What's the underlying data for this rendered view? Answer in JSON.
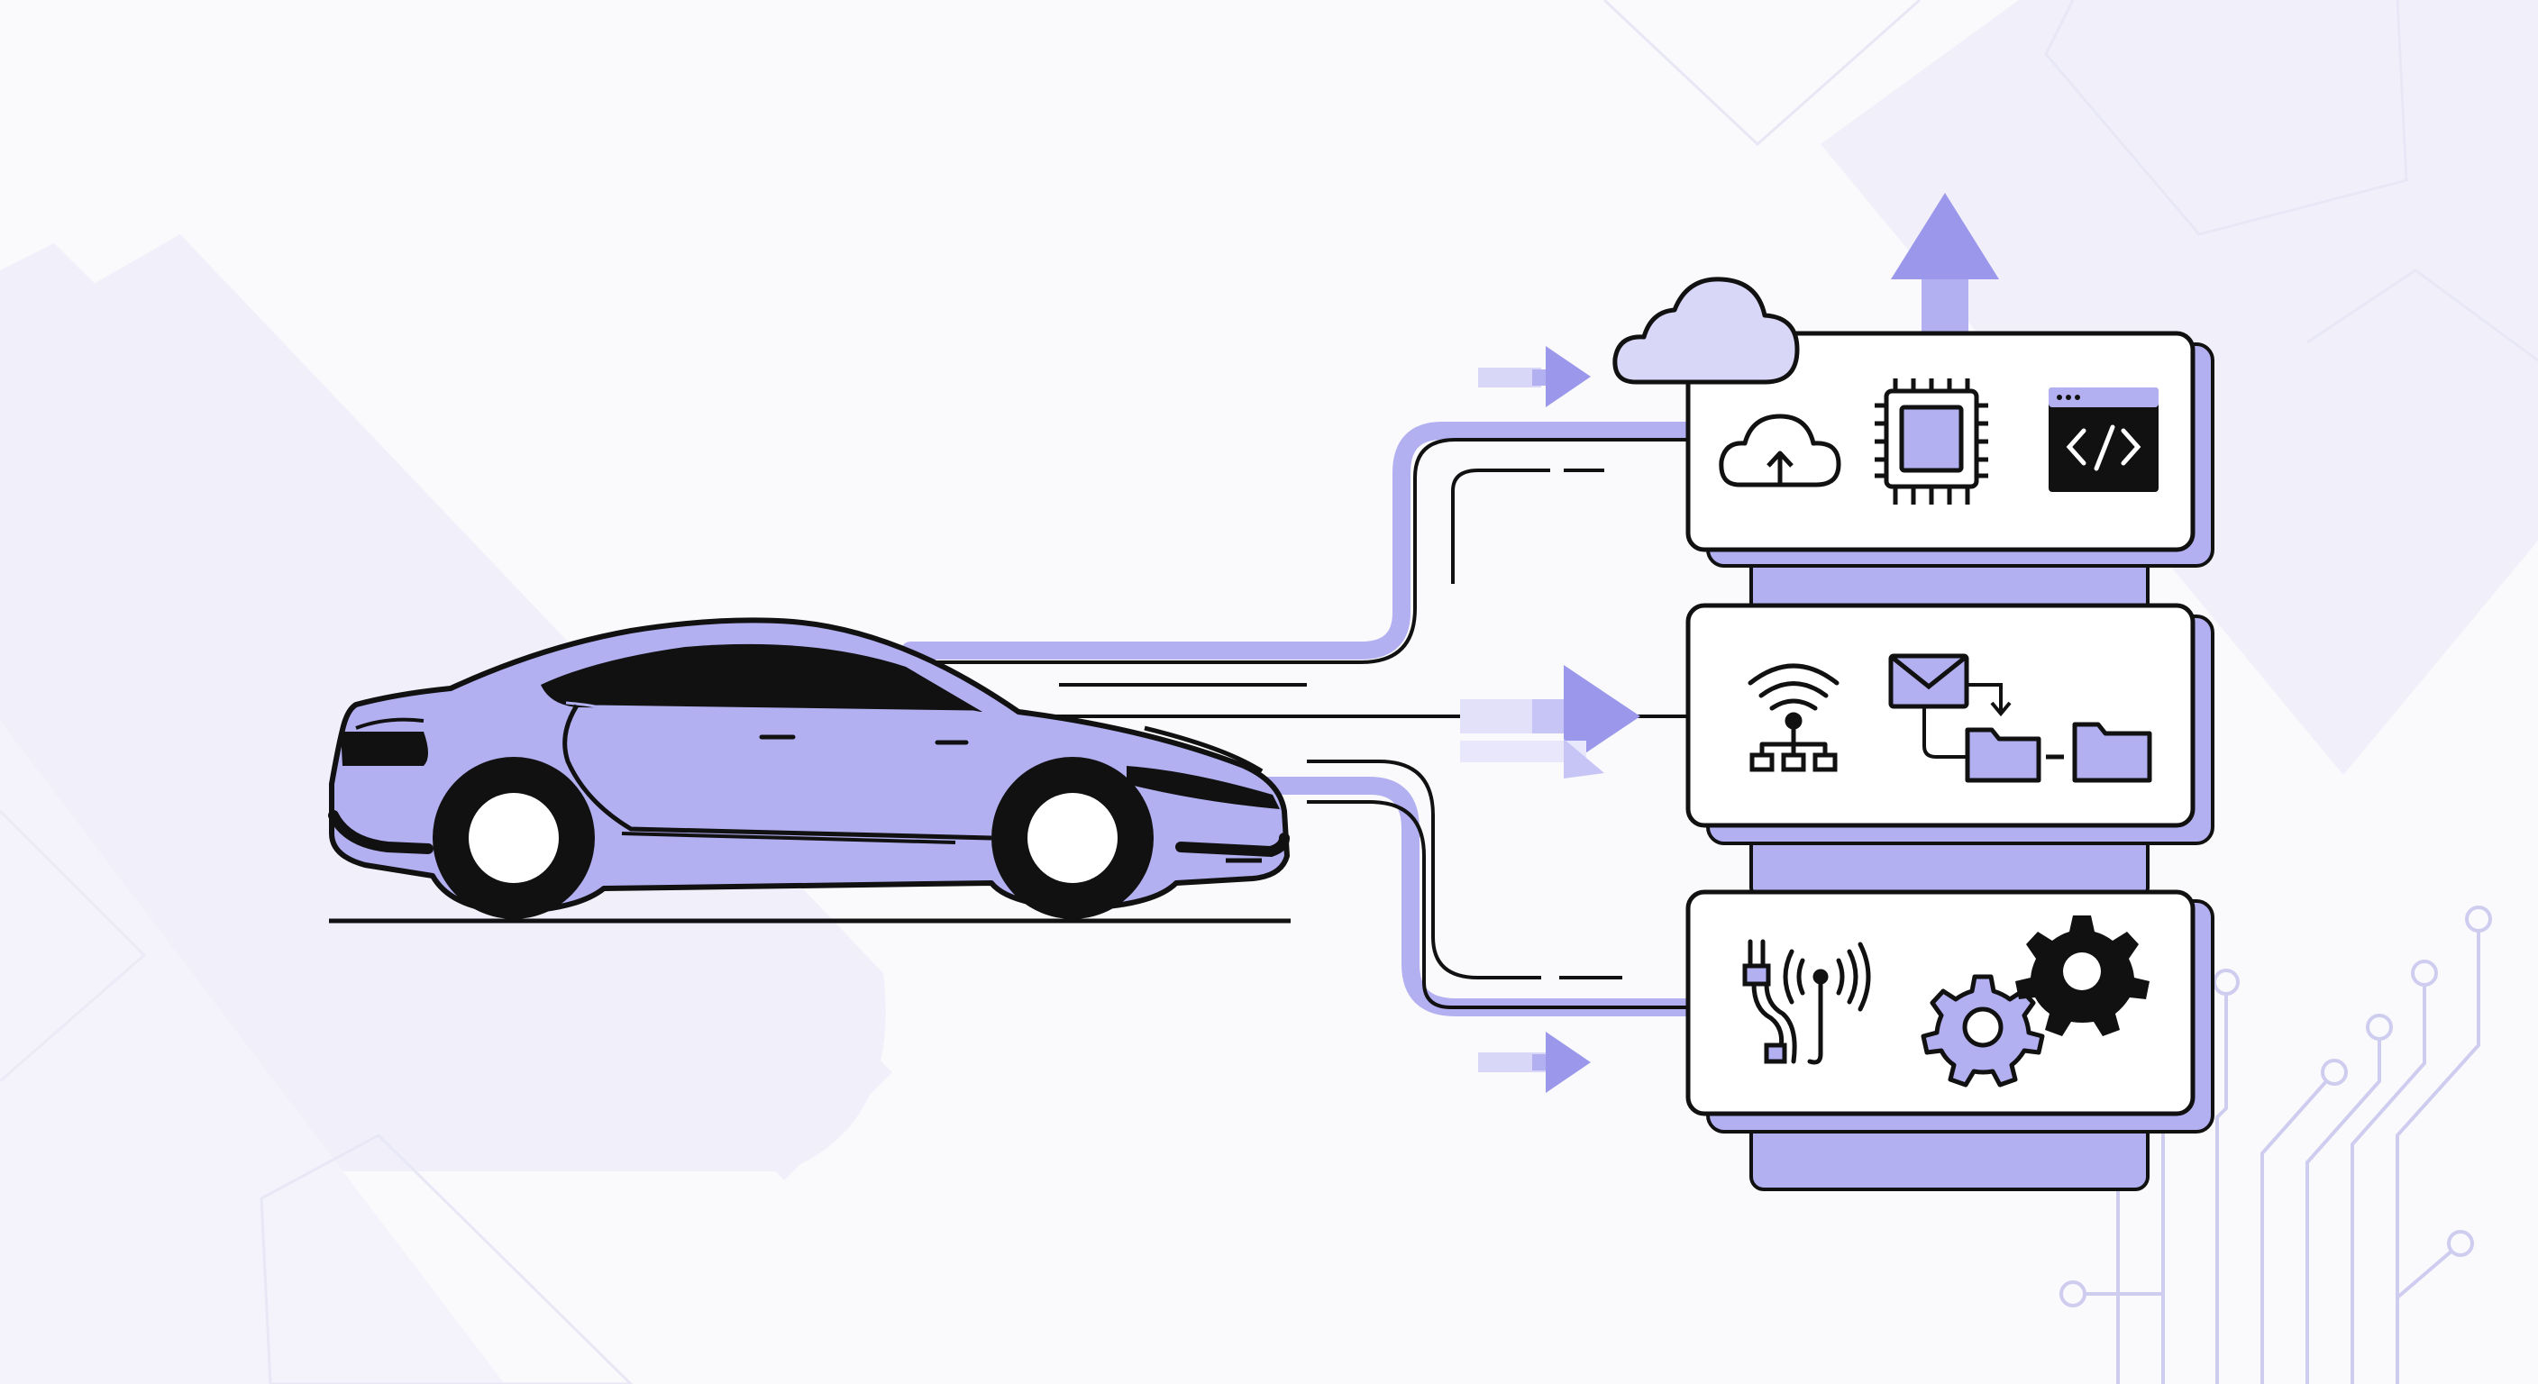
{
  "diagram": {
    "subject": "car-to-cloud-software-pipeline",
    "colors": {
      "accent": "#9b98ec",
      "accent_fill": "#b3b0f2",
      "accent_light": "#d9d7f8",
      "line": "#111111",
      "background": "#fafafc"
    },
    "car": {
      "body_color": "#b3b0f2"
    },
    "panels": [
      {
        "id": "cloud-compute-code",
        "icons": [
          "cloud-upload-icon",
          "chip-icon",
          "code-window-icon"
        ]
      },
      {
        "id": "network-messaging-files",
        "icons": [
          "wifi-network-icon",
          "email-icon",
          "folder-icon",
          "folder-icon"
        ]
      },
      {
        "id": "hardware-diagnostics",
        "icons": [
          "plug-antenna-icon",
          "gear-icon",
          "gear-icon"
        ]
      }
    ],
    "decorations": [
      "cloud-icon",
      "up-arrow-icon",
      "circuit-traces"
    ]
  }
}
